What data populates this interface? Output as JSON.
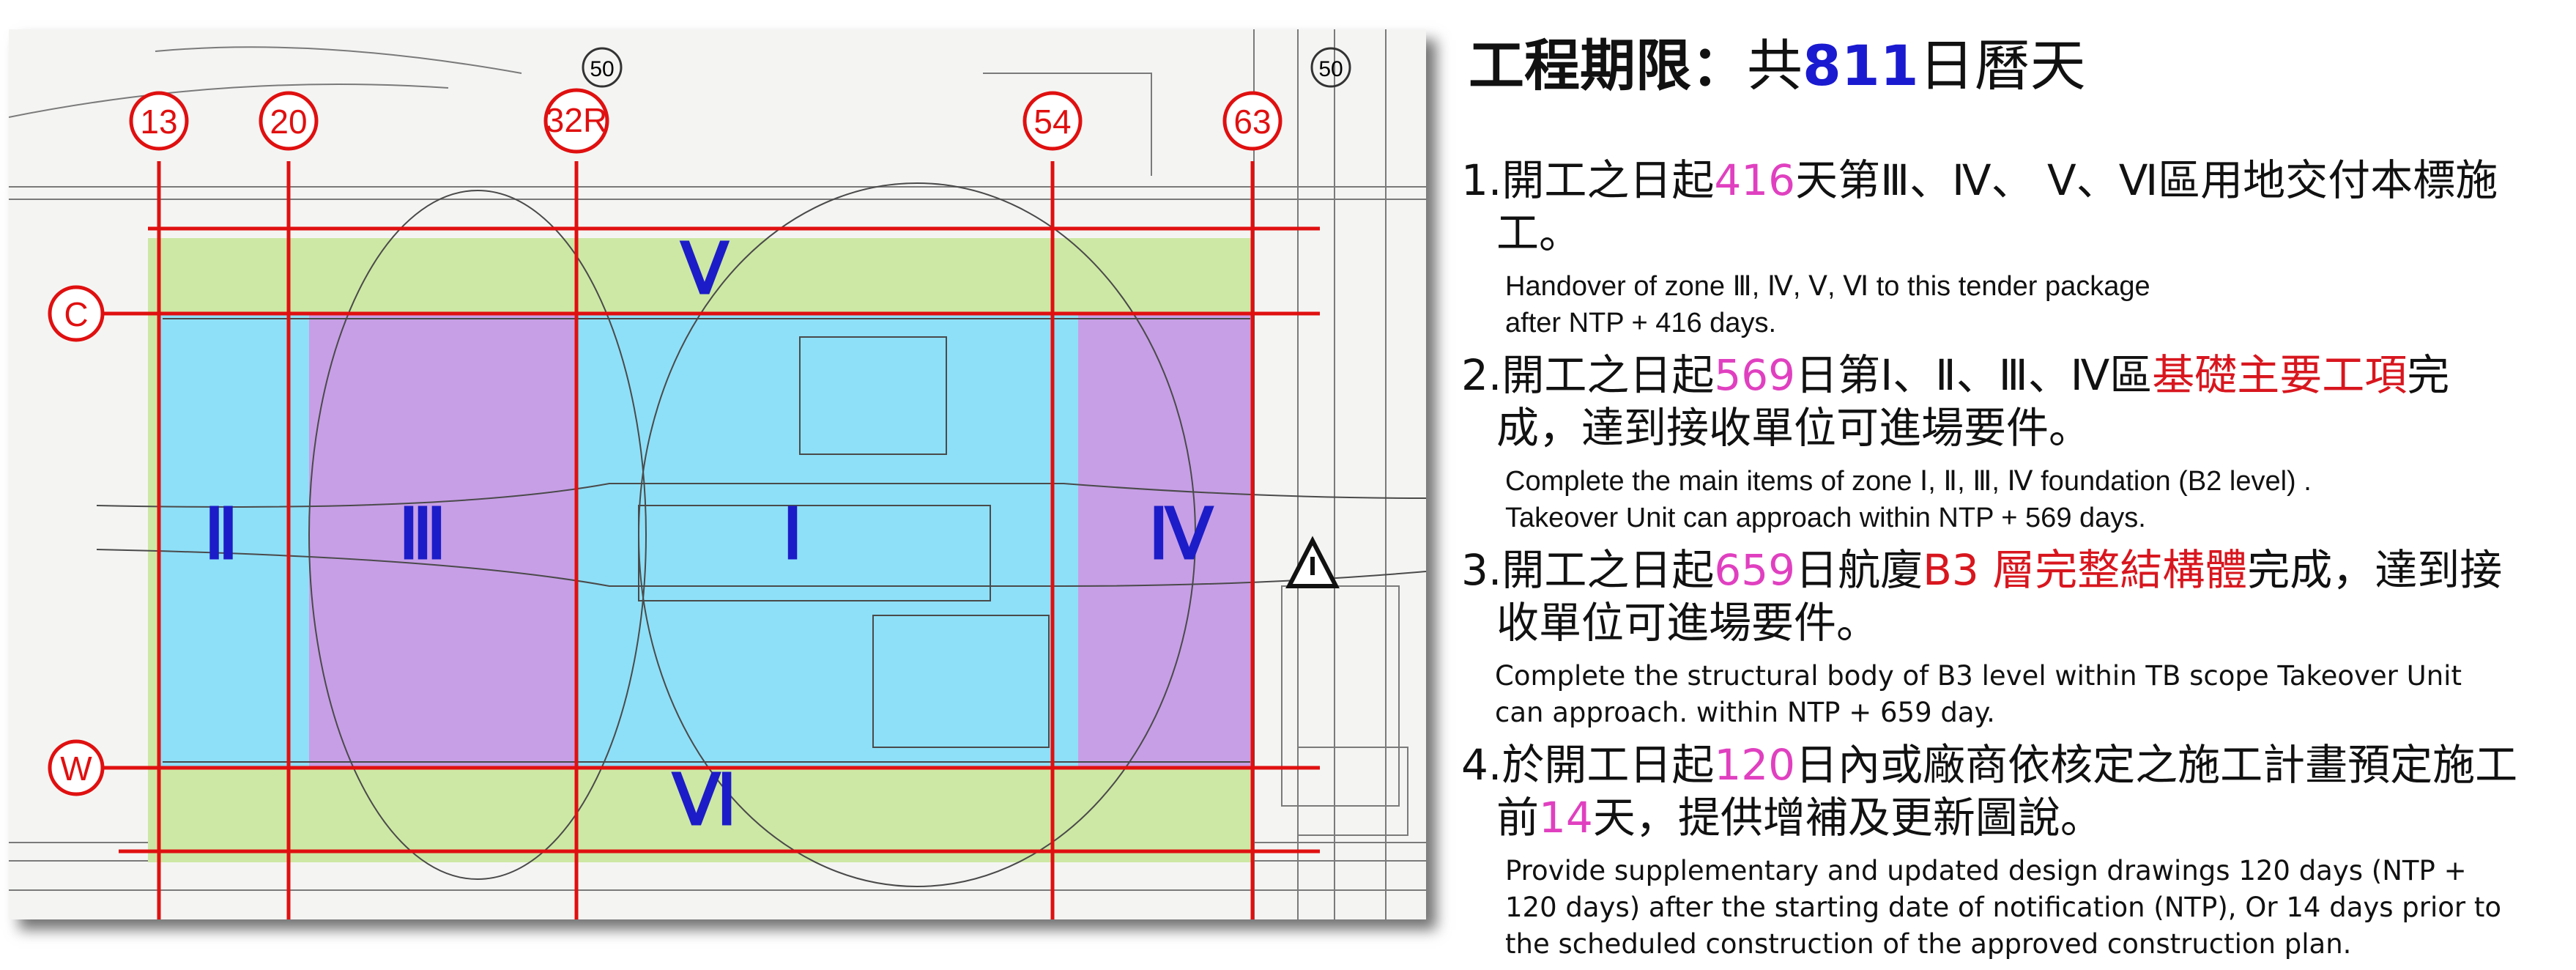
{
  "plan": {
    "grid_columns": [
      "13",
      "20",
      "32R",
      "54",
      "63"
    ],
    "grid_rows": [
      "C",
      "W"
    ],
    "elevation_marks": [
      "50",
      "50"
    ],
    "zones": [
      "Ⅰ",
      "Ⅱ",
      "Ⅲ",
      "Ⅳ",
      "Ⅴ",
      "Ⅵ"
    ],
    "zone_colors": {
      "blue": "#8ee0f8",
      "purple": "#c79fe6",
      "green": "#cde8a4"
    },
    "grid_color": "#e01010"
  },
  "panel": {
    "title": {
      "label": "工程期限：",
      "prefix": "共",
      "days": "811",
      "suffix": "日曆天"
    },
    "items": [
      {
        "zh": {
          "a": "1.開工之日起",
          "num": "416",
          "b": "天第Ⅲ、Ⅳ、 Ⅴ、Ⅵ區用地交付本標施",
          "c": "工。"
        },
        "en": [
          "Handover of zone Ⅲ, Ⅳ, Ⅴ, Ⅵ to this tender package",
          "after NTP + 416 days."
        ]
      },
      {
        "zh": {
          "a": "2.開工之日起",
          "num": "569",
          "b": "日第Ⅰ、Ⅱ、Ⅲ、Ⅳ區",
          "hl": "基礎主要工項",
          "c": "完",
          "d": "成，達到接收單位可進場要件。"
        },
        "en": [
          "Complete the main items of zone Ⅰ, Ⅱ, Ⅲ, Ⅳ foundation (B2 level) .",
          "Takeover Unit can approach within NTP + 569 days."
        ]
      },
      {
        "zh": {
          "a": "3.開工之日起",
          "num": "659",
          "b": "日航廈",
          "hl": "B3 層完整結構體",
          "c": "完成，達到接",
          "d": "收單位可進場要件。"
        },
        "en": [
          "Complete the structural body of B3 level within TB scope Takeover Unit",
          "can approach. within NTP + 659 day."
        ]
      },
      {
        "zh": {
          "a": "4.於開工日起",
          "num": "120",
          "b": "日內或廠商依核定之施工計畫預定施工",
          "c": "前",
          "num2": "14",
          "d": "天，提供增補及更新圖說。"
        },
        "en": [
          "Provide supplementary and updated design drawings 120 days (NTP +",
          "120 days) after the starting date of notification (NTP), Or 14 days prior to",
          "the scheduled construction of the approved construction plan."
        ]
      }
    ]
  }
}
